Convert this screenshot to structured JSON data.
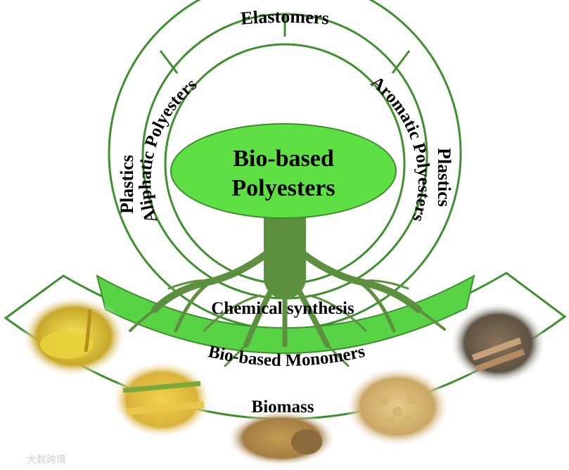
{
  "diagram": {
    "center_title_line1": "Bio-based",
    "center_title_line2": "Polyesters",
    "outer_ring_top": "Elastomers",
    "outer_ring_left": "Plastics",
    "outer_ring_right": "Plastics",
    "inner_ring_left": "Aliphatic Polyesters",
    "inner_ring_right": "Aromatic Polyesters",
    "root_label": "Chemical synthesis",
    "band_label": "Bio-based Monomers",
    "base_label": "Biomass"
  },
  "watermark": {
    "text": "大数跨境"
  },
  "colors": {
    "ring_stroke": "#3e8f2d",
    "band_fill": "#59d346",
    "ellipse_fill": "#5ee044",
    "root_color": "#5c8f3e"
  },
  "biomass_images": [
    "vegetable-oil",
    "corn",
    "hay-bales",
    "soybeans",
    "timber-logs"
  ]
}
